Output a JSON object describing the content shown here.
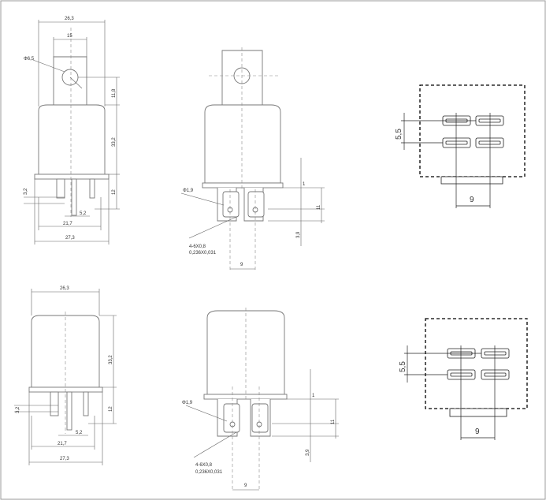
{
  "labels": {
    "phi65": "Φ6,5",
    "d263": "26,3",
    "d15": "15",
    "d118": "11,8",
    "d332": "33,2",
    "d12": "12",
    "d32": "3,2",
    "d52": "5,2",
    "d217": "21,7",
    "d273": "27,3",
    "phi19": "Φ1,9",
    "d1": "1",
    "d11": "11",
    "d39": "3,9",
    "term_mm": "4-6X0,8",
    "term_in": "0,236X0,031",
    "d9": "9",
    "d55": "5,5"
  }
}
